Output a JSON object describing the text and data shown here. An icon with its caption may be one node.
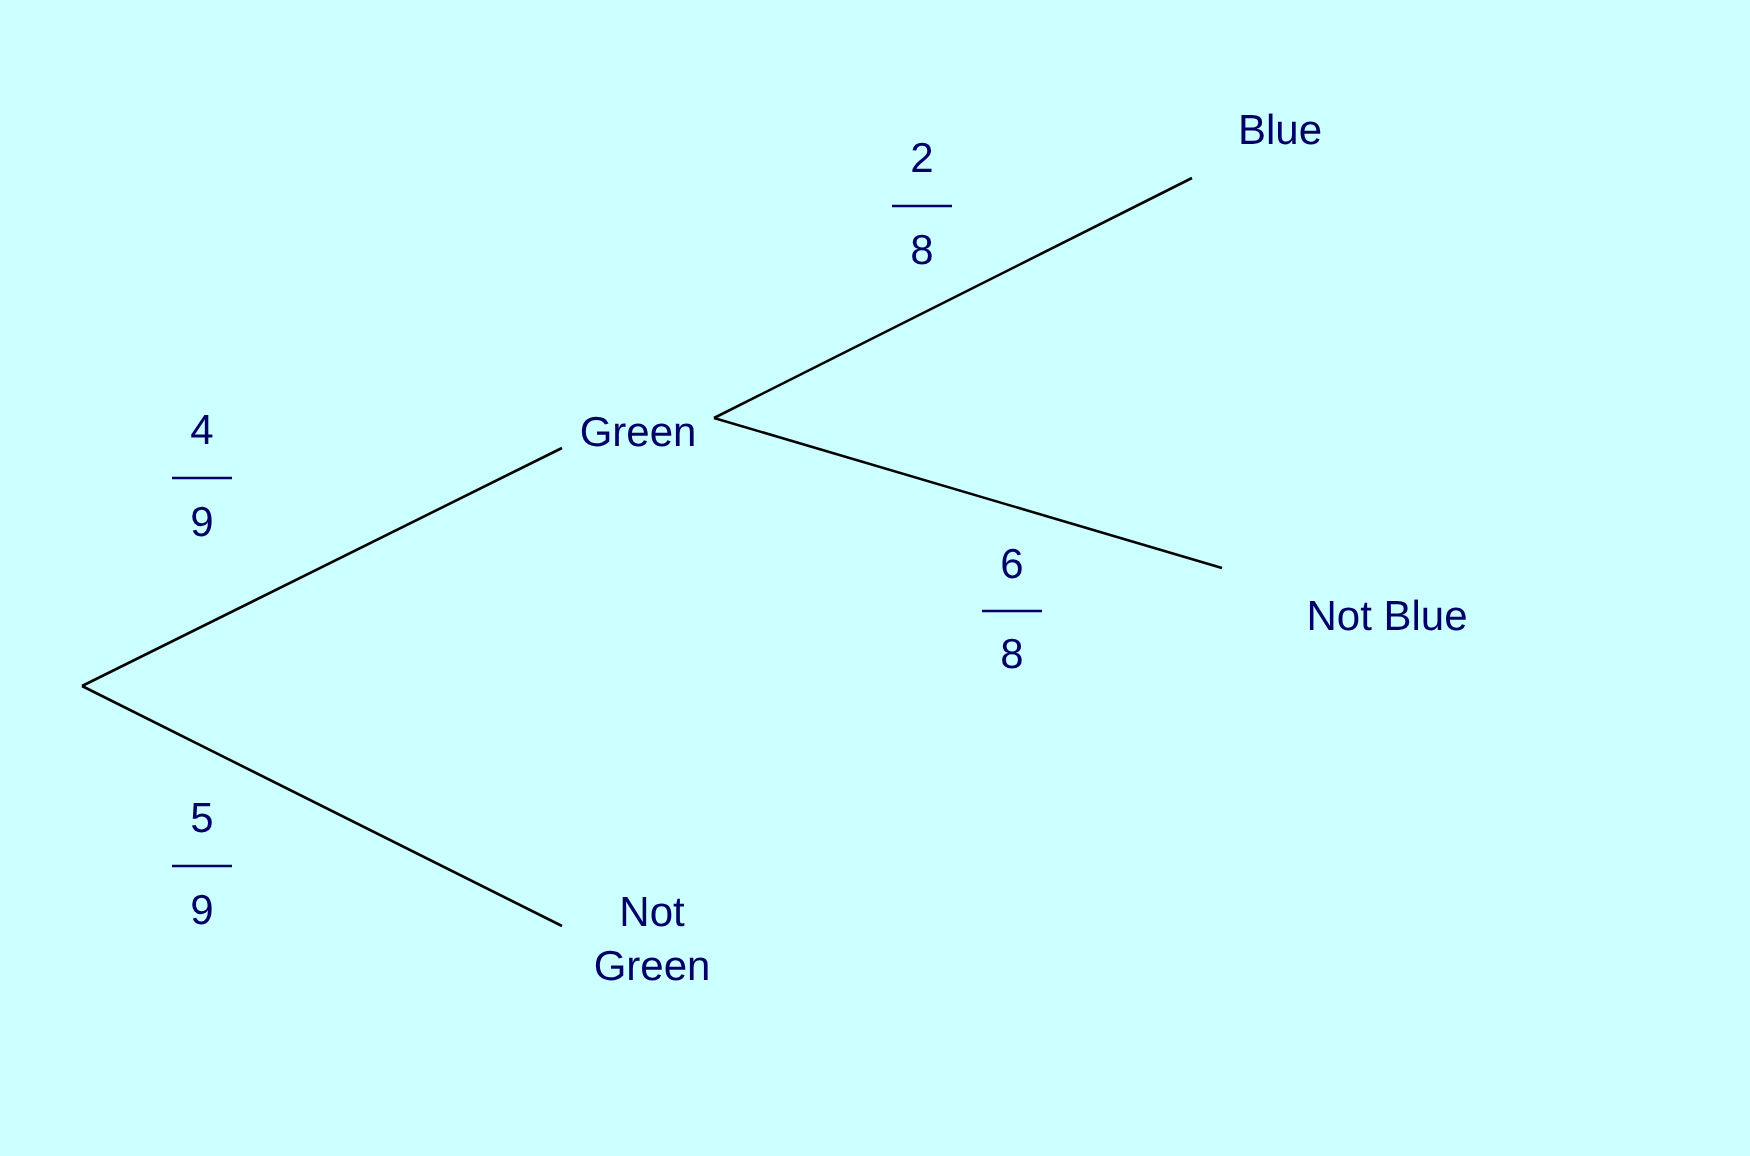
{
  "diagram": {
    "nodes": [
      {
        "text": [
          "Green"
        ]
      },
      {
        "text": [
          "Not Green"
        ]
      },
      {
        "text": [
          "Blue"
        ]
      },
      {
        "text": [
          "Not Blue"
        ]
      }
    ],
    "edges": [
      {
        "from": null,
        "to": 0,
        "arrow": "none"
      },
      {
        "from": null,
        "to": 1,
        "arrow": "none"
      },
      {
        "from": 0,
        "to": 2,
        "arrow": "none"
      },
      {
        "from": 0,
        "to": 3,
        "arrow": "none"
      }
    ],
    "labels": [
      "2",
      "8",
      "4",
      "9",
      "6",
      "8",
      "5",
      "9"
    ]
  }
}
